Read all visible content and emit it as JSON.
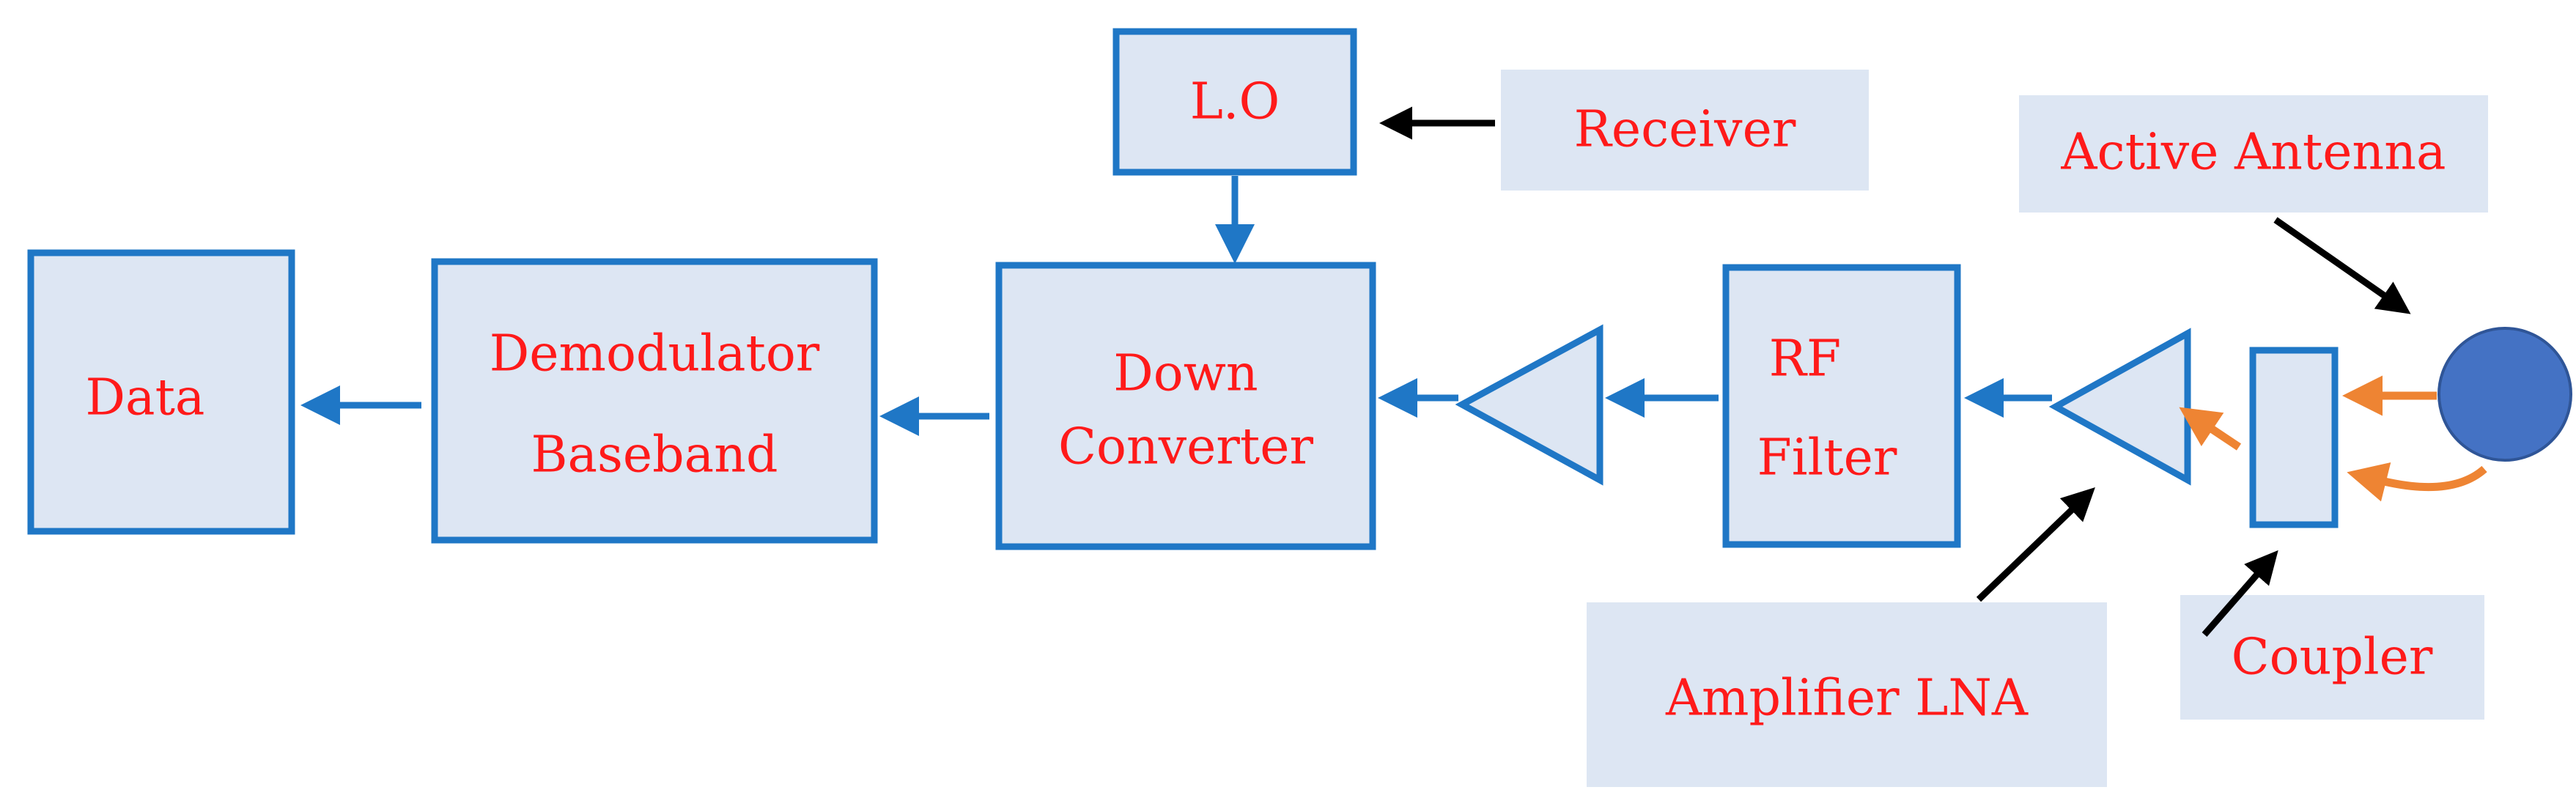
{
  "colors": {
    "box_fill": "#dde6f3",
    "box_stroke": "#1f77c6",
    "signal_arrow": "#1f77c6",
    "callout_fill": "#dde6f3",
    "callout_arrow": "#000000",
    "coupling_arrow": "#ee8433",
    "antenna_fill": "#4472c4",
    "label_text": "#ff1a1a"
  },
  "blocks": {
    "data": "Data",
    "demodulator_line1": "Demodulator",
    "demodulator_line2": "Baseband",
    "down_converter_line1": "Down",
    "down_converter_line2": "Converter",
    "lo": "L.O",
    "rf_filter_line1": "RF",
    "rf_filter_line2": "Filter"
  },
  "callouts": {
    "receiver": "Receiver",
    "active_antenna": "Active Antenna",
    "amplifier_lna": "Amplifier LNA",
    "coupler": "Coupler"
  }
}
